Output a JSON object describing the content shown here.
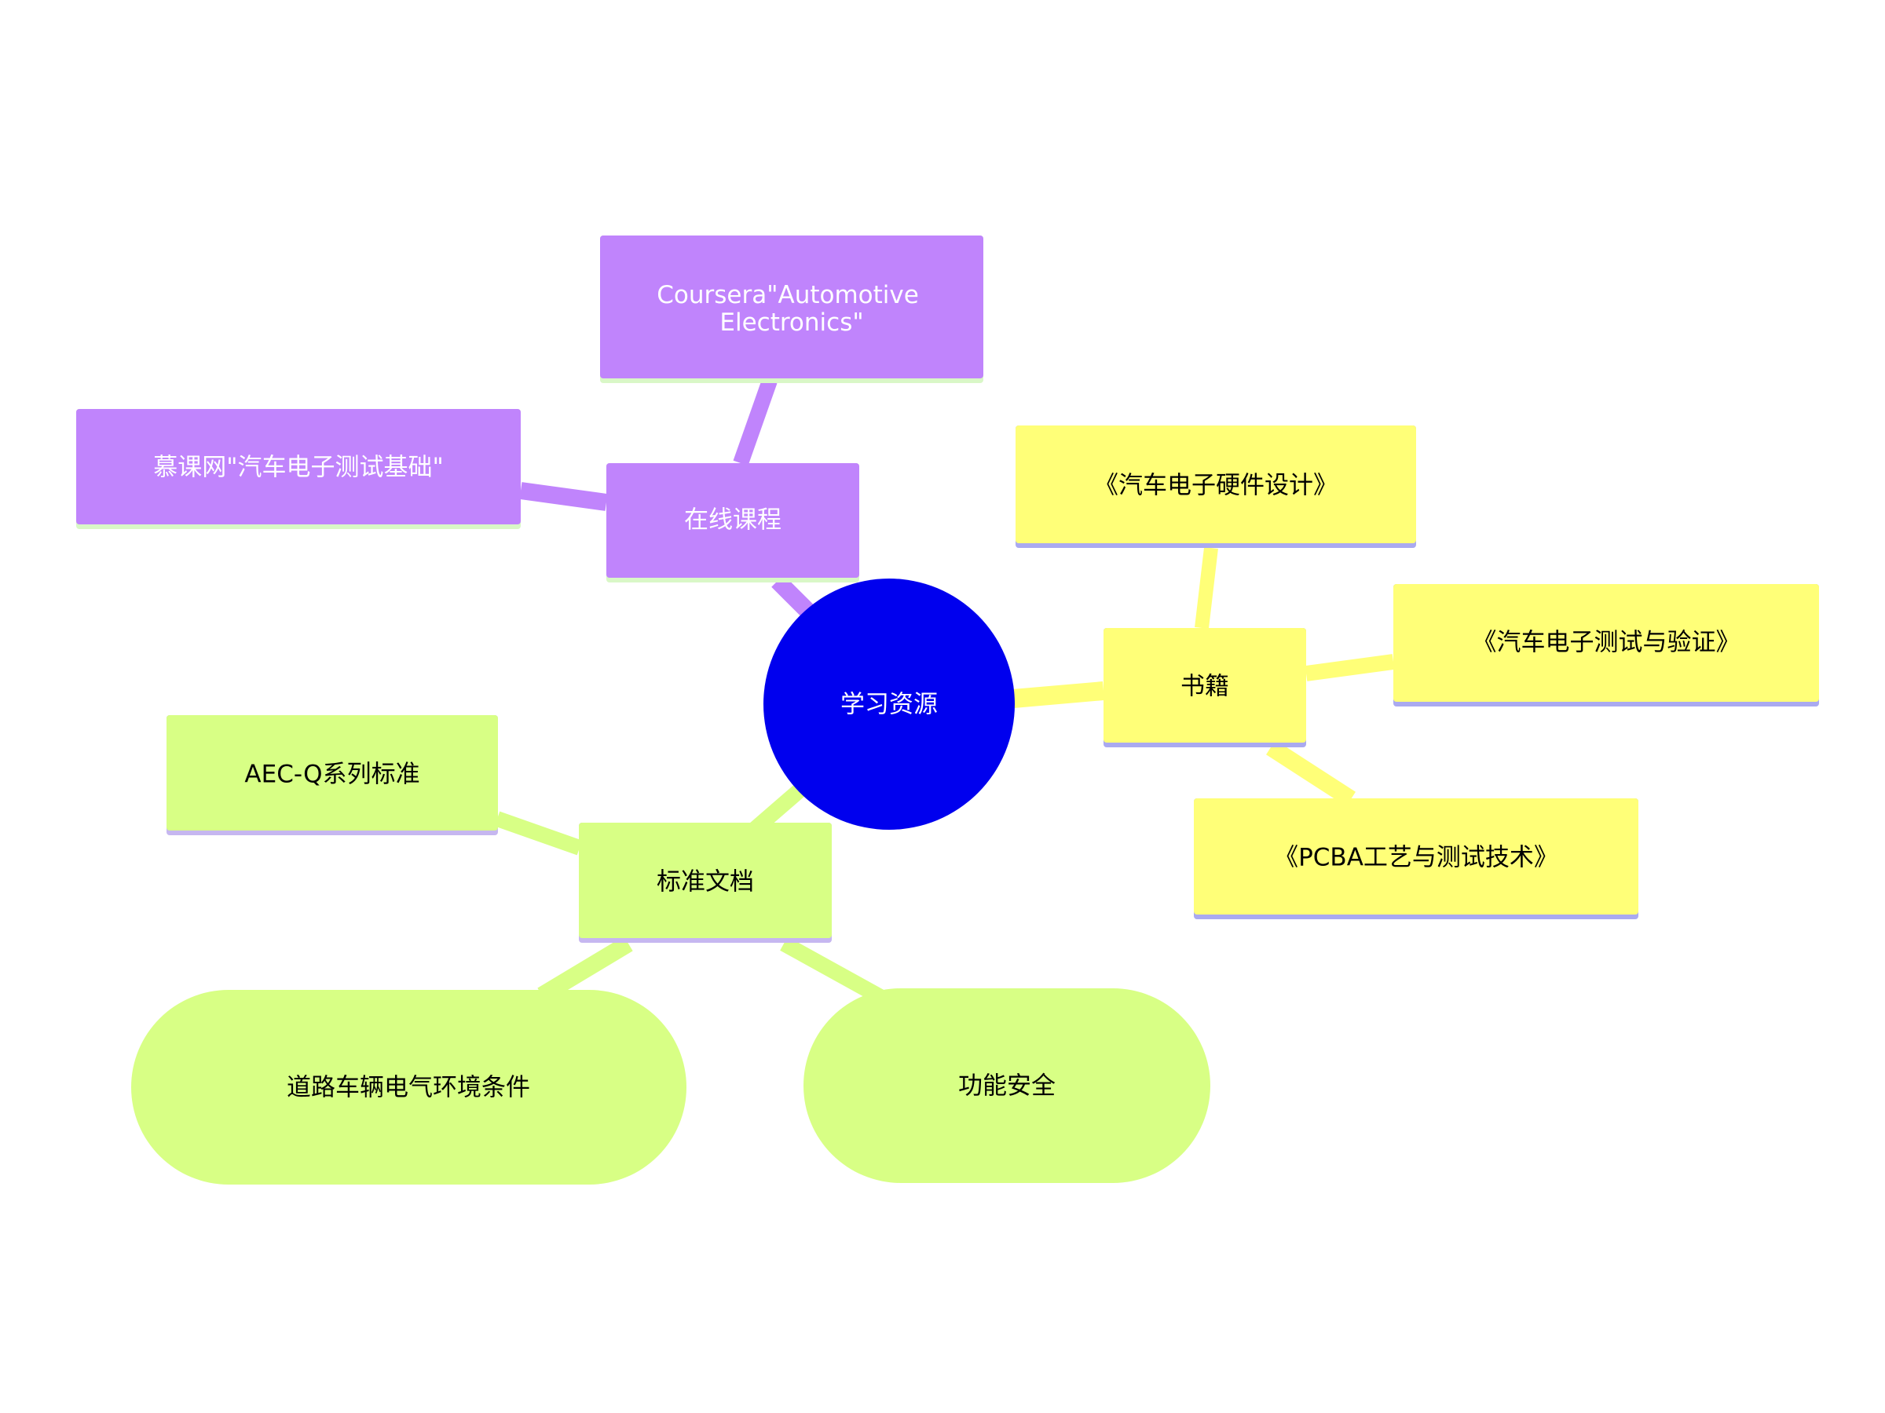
{
  "colors": {
    "root_fill": "#0000ee",
    "root_text": "#ffffff",
    "courses_fill": "#c084fc",
    "courses_underline": "#d9f7c7",
    "courses_text": "#ffffff",
    "books_fill": "#ffff78",
    "books_underline": "#aaaaf0",
    "books_text": "#000000",
    "standards_fill": "#d8ff85",
    "standards_underline": "#c6b7f0",
    "standards_text": "#000000"
  },
  "root": {
    "label": "学习资源"
  },
  "online_courses": {
    "label": "在线课程",
    "items": [
      {
        "label_lines": [
          "Coursera\"Automotive",
          "Electronics\""
        ]
      },
      {
        "label_lines": [
          "慕课网\"汽车电子测试基础\""
        ]
      }
    ]
  },
  "books": {
    "label": "书籍",
    "items": [
      {
        "label": "《汽车电子硬件设计》"
      },
      {
        "label": "《汽车电子测试与验证》"
      },
      {
        "label": "《PCBA工艺与测试技术》"
      }
    ]
  },
  "standards": {
    "label": "标准文档",
    "items": [
      {
        "label": "AEC-Q系列标准"
      },
      {
        "label": "道路车辆电气环境条件"
      },
      {
        "label": "功能安全"
      }
    ]
  }
}
